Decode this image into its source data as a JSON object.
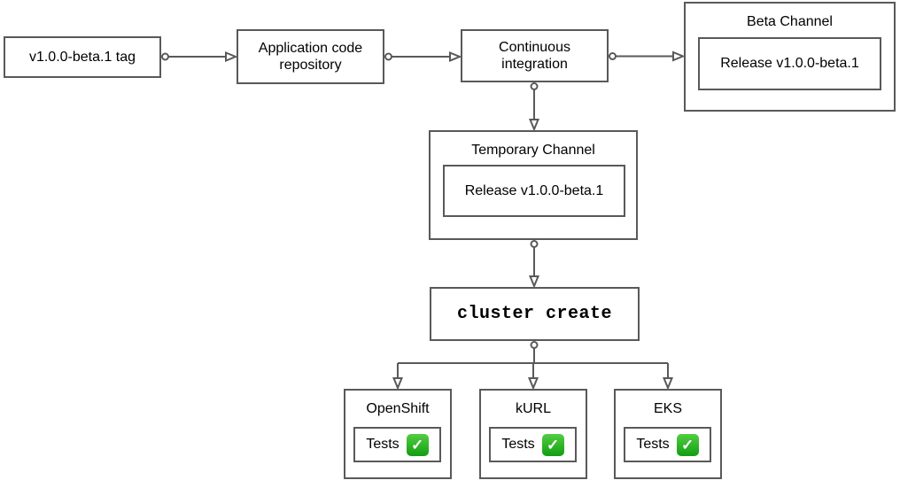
{
  "nodes": {
    "tag": {
      "label": "v1.0.0-beta.1 tag"
    },
    "repo": {
      "label": "Application code repository"
    },
    "ci": {
      "label": "Continuous integration"
    },
    "beta_channel": {
      "title": "Beta Channel",
      "release_label": "Release v1.0.0-beta.1"
    },
    "temporary_channel": {
      "title": "Temporary Channel",
      "release_label": "Release v1.0.0-beta.1"
    },
    "cluster_create": {
      "label": "cluster create"
    },
    "openshift": {
      "title": "OpenShift",
      "tests_label": "Tests"
    },
    "kurl": {
      "title": "kURL",
      "tests_label": "Tests"
    },
    "eks": {
      "title": "EKS",
      "tests_label": "Tests"
    }
  },
  "icons": {
    "check_icon": "✓"
  },
  "edges": [
    {
      "from": "tag",
      "to": "repo"
    },
    {
      "from": "repo",
      "to": "ci"
    },
    {
      "from": "ci",
      "to": "beta_channel"
    },
    {
      "from": "ci",
      "to": "temporary_channel"
    },
    {
      "from": "temporary_channel",
      "to": "cluster_create"
    },
    {
      "from": "cluster_create",
      "to": "openshift"
    },
    {
      "from": "cluster_create",
      "to": "kurl"
    },
    {
      "from": "cluster_create",
      "to": "eks"
    }
  ],
  "colors": {
    "border": "#595959",
    "text": "#000000",
    "check_green": "#2eb52e",
    "background": "#ffffff"
  }
}
